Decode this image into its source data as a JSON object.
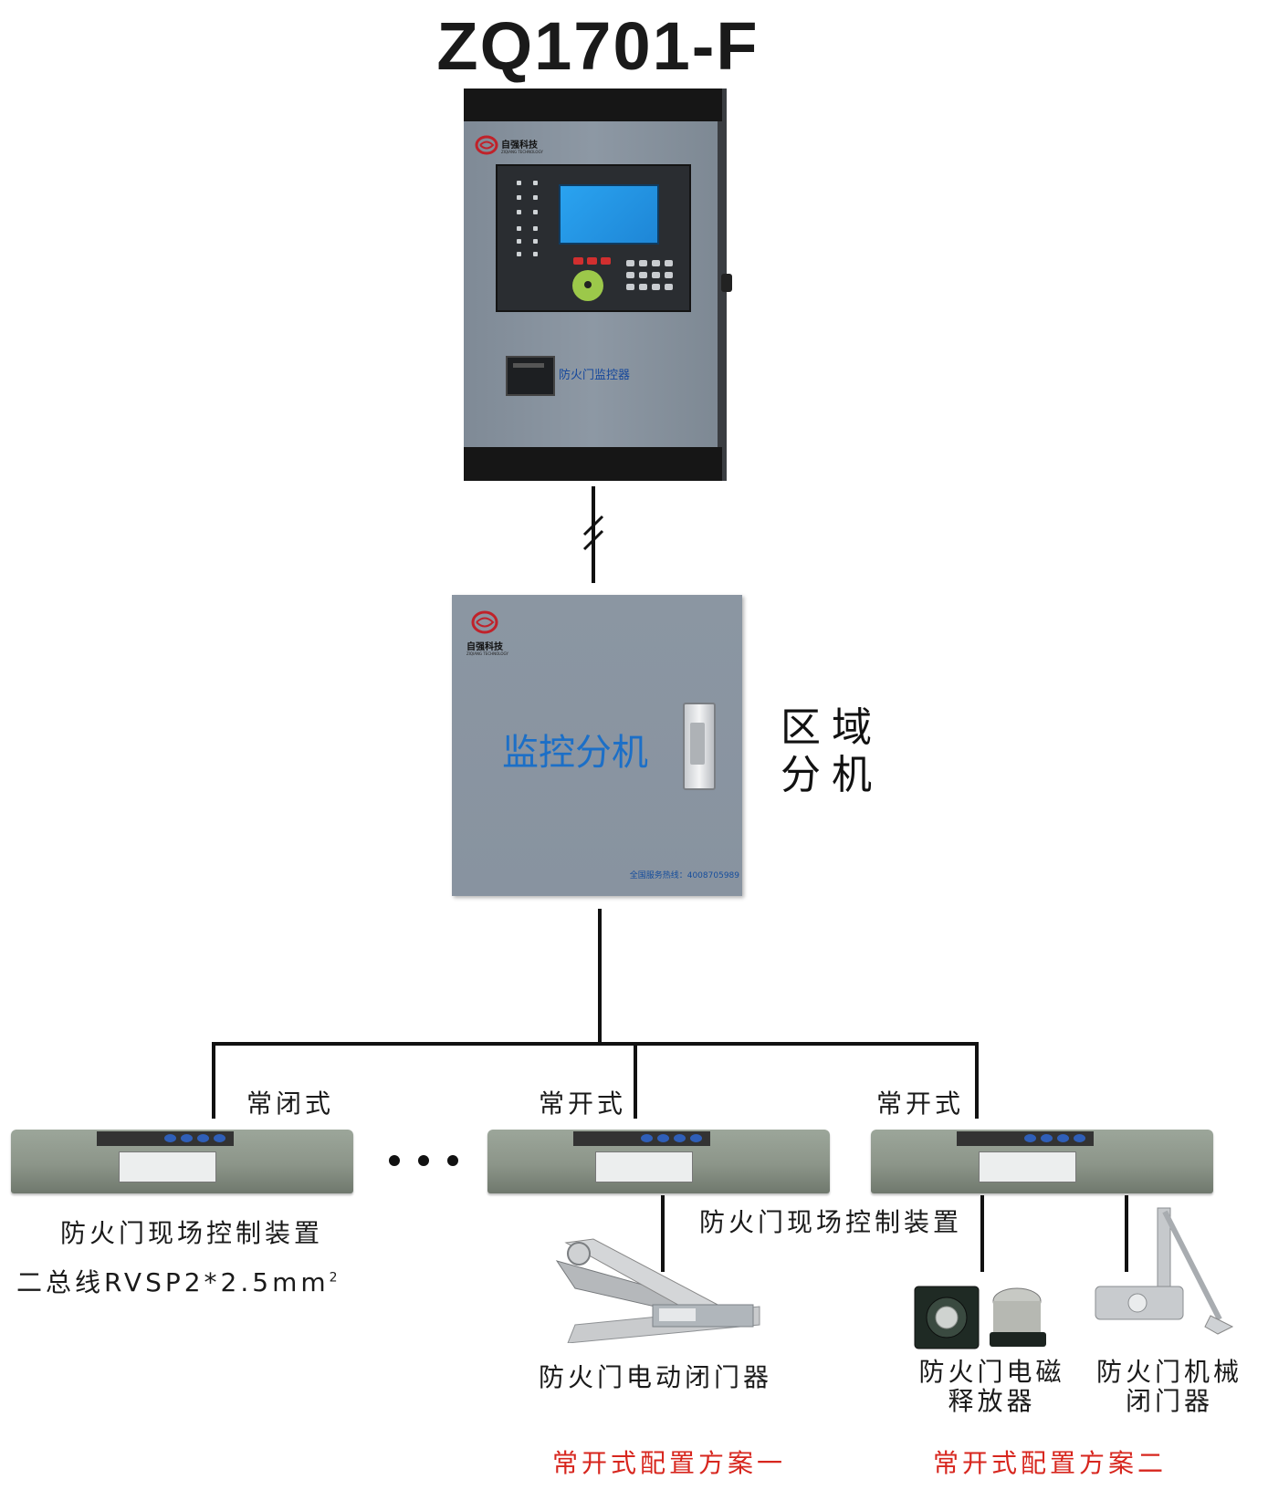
{
  "model": "ZQ1701-F",
  "cabinet": {
    "brand": "自强科技",
    "brand_en": "ZIQIANG TECHNOLOGY",
    "label": "防火门监控器"
  },
  "subbox": {
    "brand": "自强科技",
    "brand_en": "ZIQIANG TECHNOLOGY",
    "title": "监控分机",
    "hotline": "全国服务热线：4008705989"
  },
  "region_label": {
    "line1": "区域",
    "line2": "分机"
  },
  "branches": [
    {
      "mode": "常闭式"
    },
    {
      "mode": "常开式"
    },
    {
      "mode": "常开式"
    }
  ],
  "field_unit_label": "防火门现场控制装置",
  "bus_label": {
    "text": "二总线RVSP2*2.5mm",
    "sup": "2"
  },
  "devices": {
    "electric_closer": "防火门电动闭门器",
    "magnetic_release": {
      "line1": "防火门电磁",
      "line2": "释放器"
    },
    "mechanical_closer": {
      "line1": "防火门机械",
      "line2": "闭门器"
    }
  },
  "schemes": {
    "one": "常开式配置方案一",
    "two": "常开式配置方案二"
  }
}
